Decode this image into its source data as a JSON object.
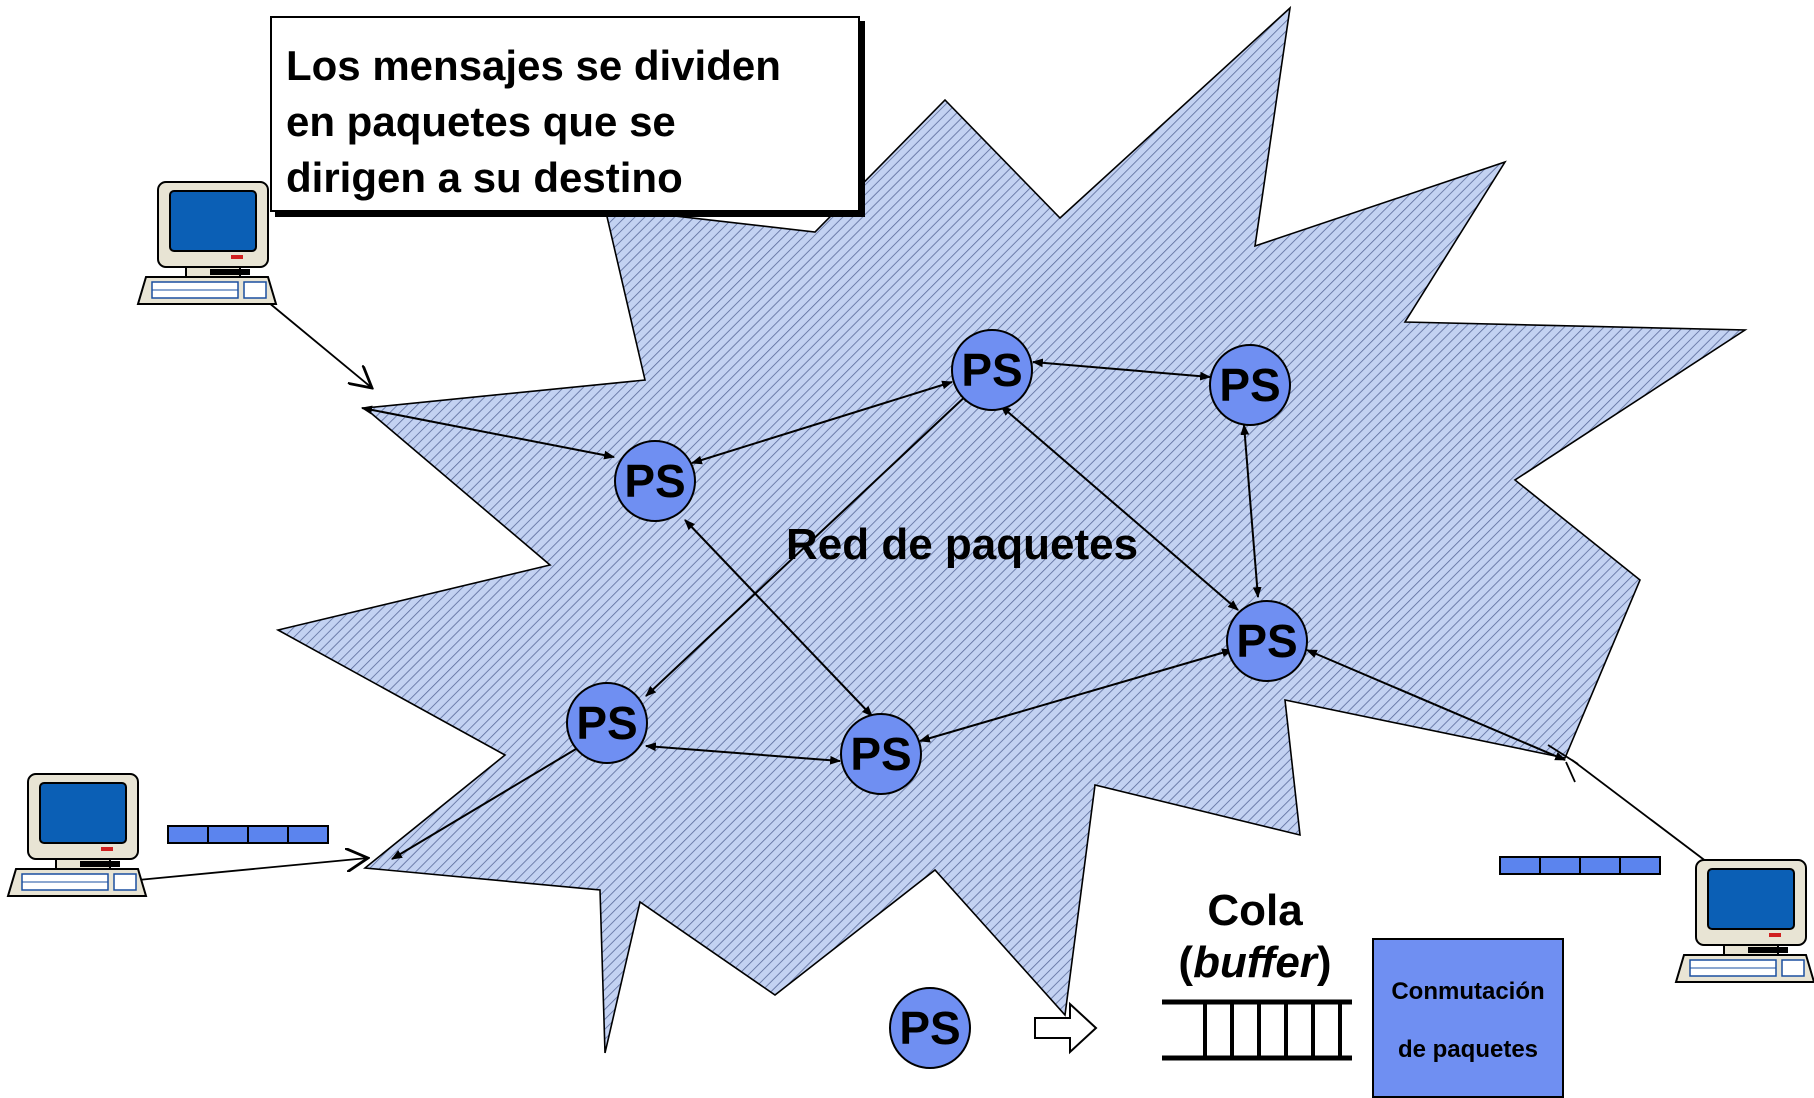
{
  "callout": {
    "line1": "Los mensajes se dividen",
    "line2": "en paquetes que se",
    "line3": "dirigen a su destino"
  },
  "network_label": "Red de paquetes",
  "node_label": "PS",
  "queue_label": {
    "line1": "Cola",
    "open_paren": "(",
    "word": "buffer",
    "close_paren": ")"
  },
  "switch_box": {
    "line1": "Conmutación",
    "line2": "de paquetes"
  },
  "colors": {
    "node_fill": "#6f8ff2",
    "cloud_fill": "#c3d2f2",
    "cloud_hatch": "#5a6a9a",
    "packet_fill": "#5b84ee"
  }
}
